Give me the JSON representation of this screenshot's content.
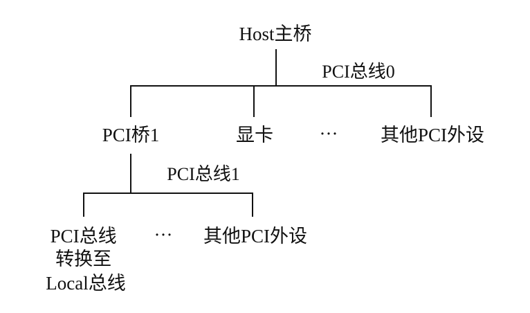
{
  "diagram": {
    "type": "tree",
    "title": "PCI bus hierarchy",
    "root": {
      "id": "host",
      "label": "Host主桥"
    },
    "buses": [
      {
        "id": "bus0",
        "label": "PCI总线0",
        "parent": "host",
        "children": [
          "pci_bridge1",
          "graphics_card",
          "ellipsis0",
          "other_pci0"
        ]
      },
      {
        "id": "bus1",
        "label": "PCI总线1",
        "parent": "pci_bridge1",
        "children": [
          "pci_to_local",
          "ellipsis1",
          "other_pci1"
        ]
      }
    ],
    "nodes": {
      "pci_bridge1": {
        "label": "PCI桥1"
      },
      "graphics_card": {
        "label": "显卡"
      },
      "ellipsis0": {
        "label": "···"
      },
      "other_pci0": {
        "label": "其他PCI外设"
      },
      "pci_to_local": {
        "label_lines": [
          "PCI总线",
          "转换至",
          "Local总线"
        ]
      },
      "ellipsis1": {
        "label": "···"
      },
      "other_pci1": {
        "label": "其他PCI外设"
      }
    },
    "colors": {
      "line": "#111111",
      "text": "#111111",
      "background": "#ffffff"
    }
  }
}
